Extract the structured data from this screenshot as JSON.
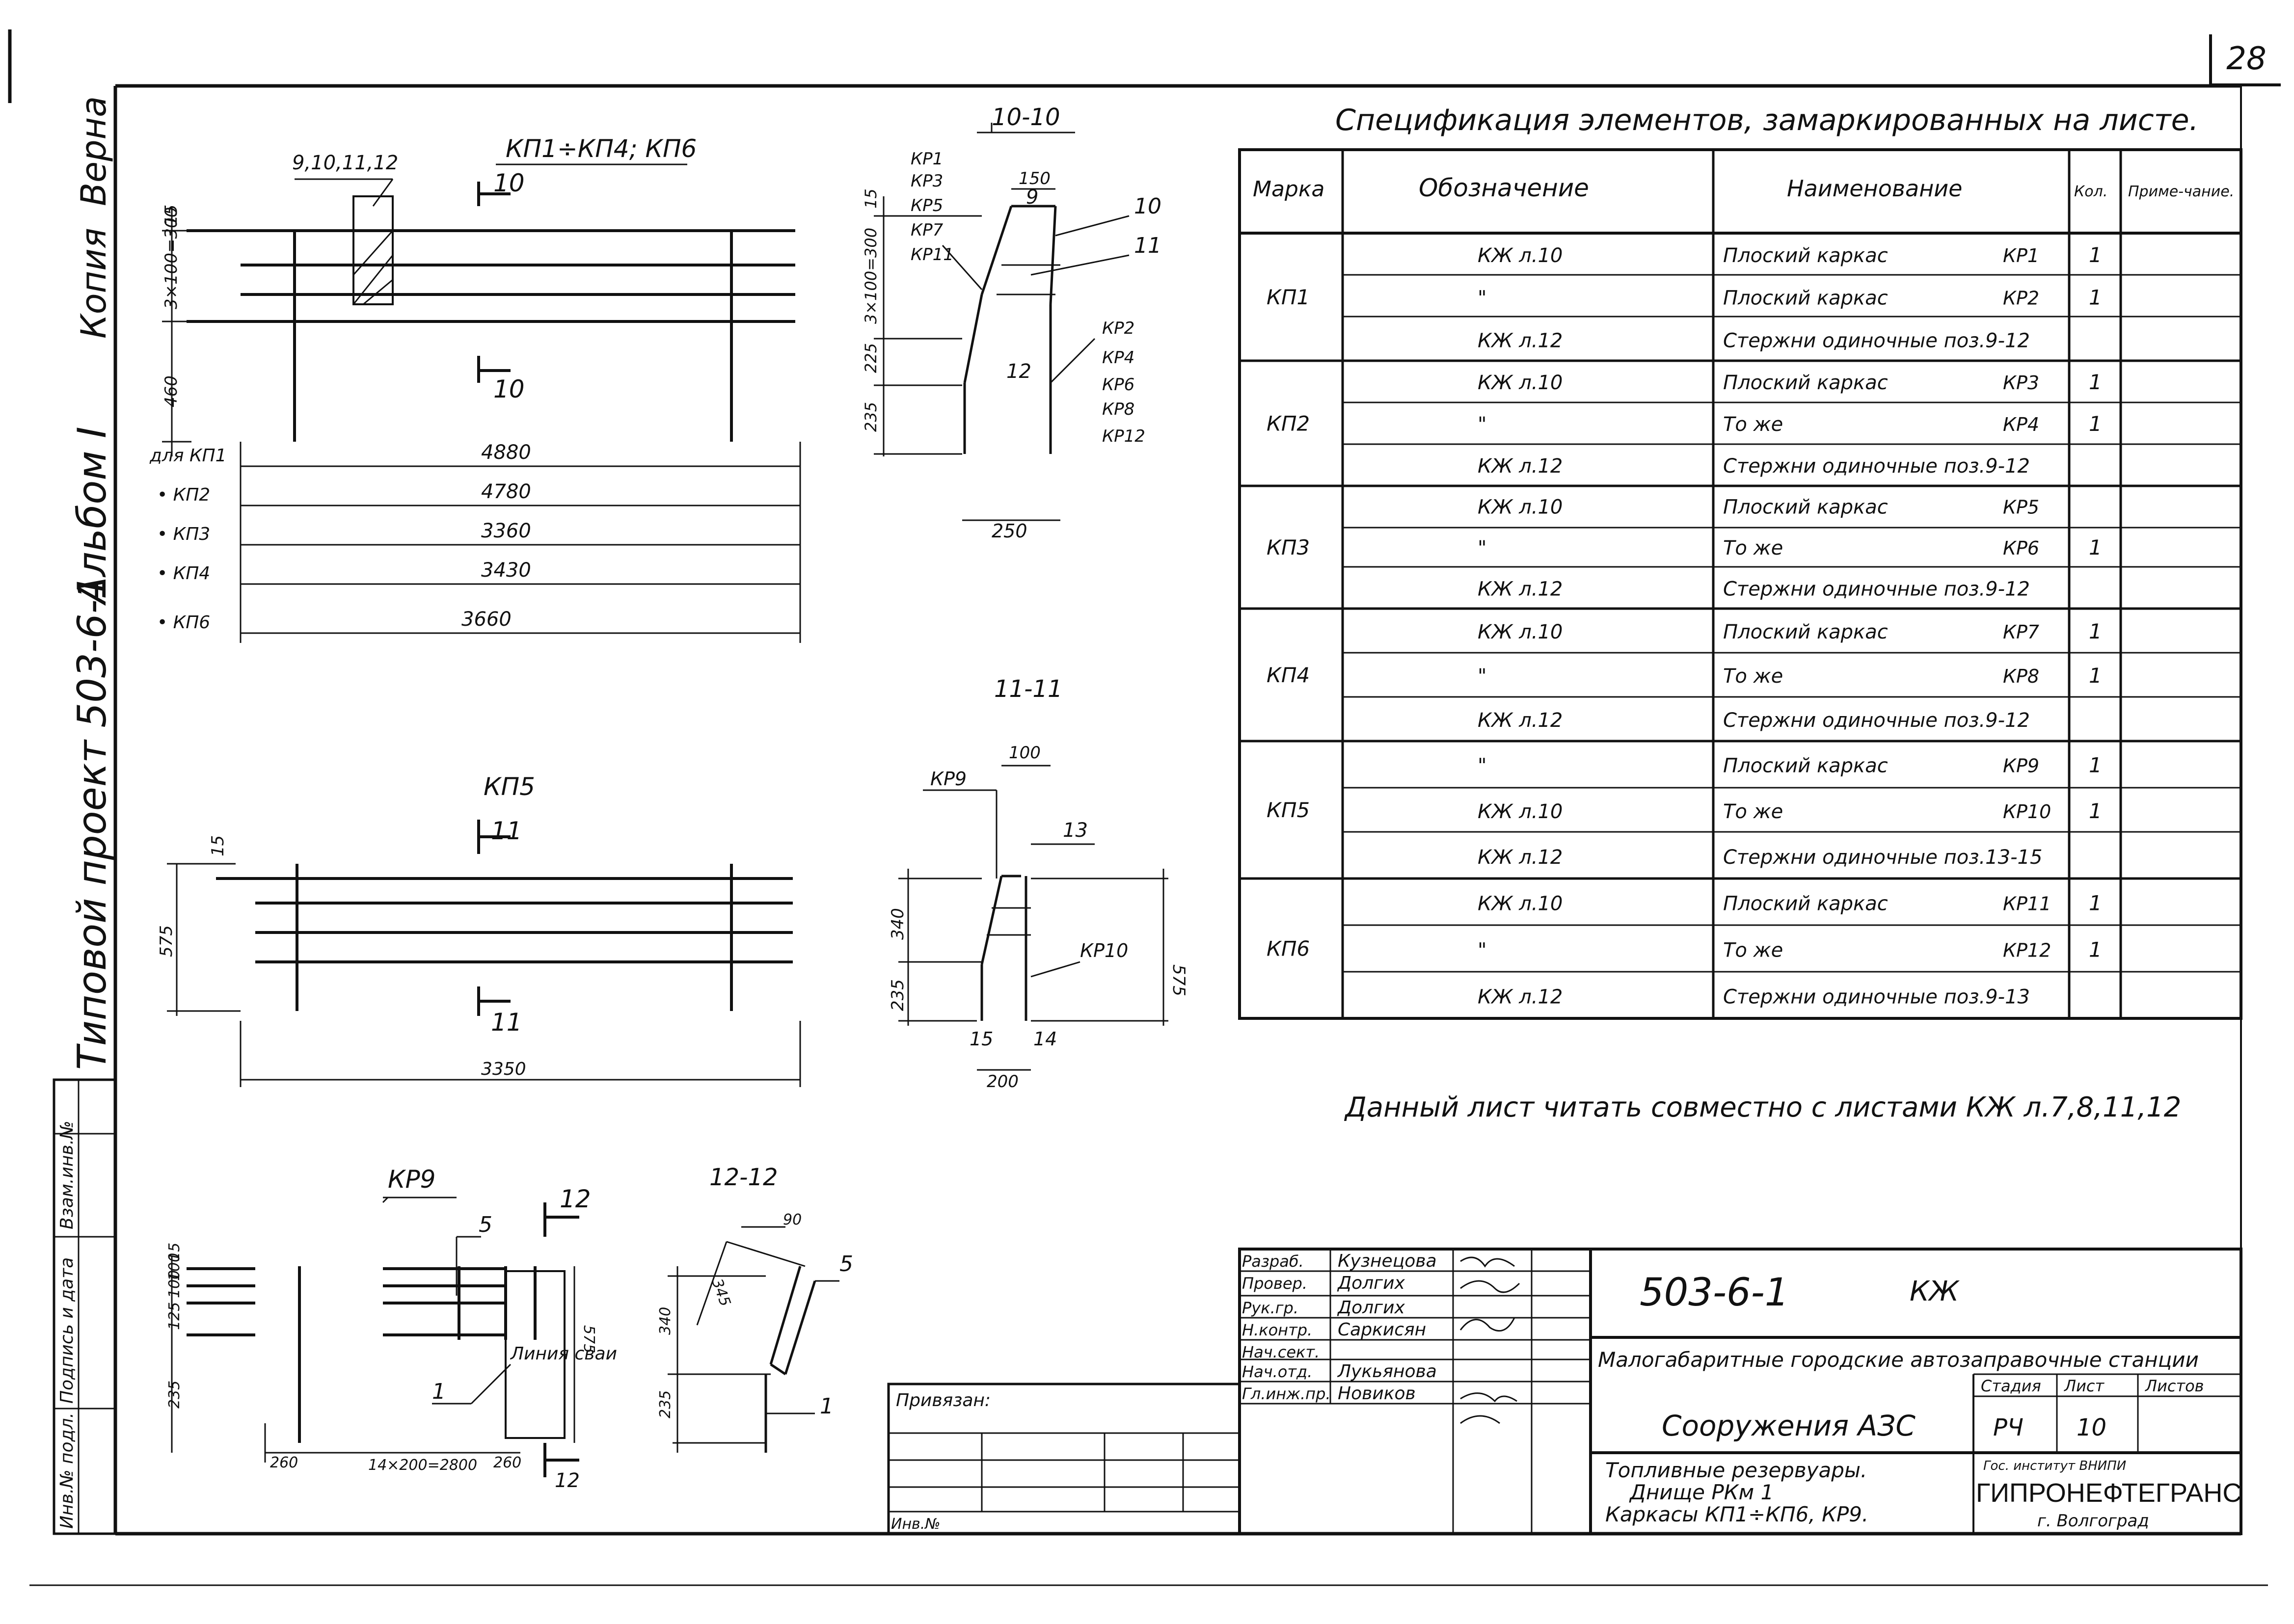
{
  "page": {
    "sheet_number": "28"
  },
  "side_stamp": {
    "copy": "Копия",
    "verified": "Верна",
    "project": "Типовой проект 503-6-1",
    "album": "Альбом I",
    "strip_labels": [
      "Инв.№ подл.",
      "Подпись и дата",
      "Взам.инв.№"
    ]
  },
  "kp1_kp6": {
    "title": "КП1÷КП4; КП6",
    "positions": "9,10,11,12",
    "section": "10",
    "dims": [
      "15",
      "3×100=300",
      "460"
    ],
    "rows": [
      {
        "label": "для КП1",
        "value": "4880"
      },
      {
        "label": "• КП2",
        "value": "4780"
      },
      {
        "label": "• КП3",
        "value": "3360"
      },
      {
        "label": "• КП4",
        "value": "3430"
      },
      {
        "label": "• КП6",
        "value": "3660"
      }
    ]
  },
  "section_10": {
    "title": "10-10",
    "labels": [
      "КР1",
      "КР3",
      "КР5",
      "КР7",
      "КР11"
    ],
    "right_labels": [
      "КР2",
      "КР4",
      "КР6",
      "КР8",
      "КР12"
    ],
    "dims": [
      "150",
      "9",
      "10",
      "11",
      "12",
      "15",
      "3×100=300",
      "225",
      "235",
      "250"
    ]
  },
  "kp5": {
    "title": "КП5",
    "section": "11",
    "dims": [
      "15",
      "575",
      "3350"
    ]
  },
  "section_11": {
    "title": "11-11",
    "labels": [
      "КР9",
      "КР10",
      "100",
      "13",
      "340",
      "235",
      "575",
      "15",
      "14",
      "200"
    ]
  },
  "kp9": {
    "title": "КР9",
    "section": "12",
    "dims": [
      "15",
      "100",
      "100",
      "125",
      "235",
      "575",
      "260",
      "14×200=2800",
      "260",
      "12"
    ],
    "note": "Линия сваи",
    "pos": [
      "5",
      "1"
    ]
  },
  "section_12": {
    "title": "12-12",
    "dims": [
      "90",
      "345",
      "340",
      "235"
    ],
    "pos": [
      "5",
      "1"
    ]
  },
  "spec": {
    "title": "Спецификация элементов, замаркированных на листе.",
    "headers": [
      "Марка",
      "Обозначение",
      "Наименование",
      "Кол.",
      "Приме-чание."
    ],
    "groups": [
      {
        "mark": "КП1",
        "rows": [
          [
            "КЖ л.10",
            "Плоский каркас",
            "КР1",
            "1"
          ],
          [
            "\"",
            "Плоский каркас",
            "КР2",
            "1"
          ],
          [
            "КЖ л.12",
            "Стержни одиночные поз.9-12",
            "",
            ""
          ]
        ]
      },
      {
        "mark": "КП2",
        "rows": [
          [
            "КЖ л.10",
            "Плоский каркас",
            "КР3",
            "1"
          ],
          [
            "\"",
            "То же",
            "КР4",
            "1"
          ],
          [
            "КЖ л.12",
            "Стержни одиночные поз.9-12",
            "",
            ""
          ]
        ]
      },
      {
        "mark": "КП3",
        "rows": [
          [
            "КЖ л.10",
            "Плоский каркас",
            "КР5",
            ""
          ],
          [
            "\"",
            "То же",
            "КР6",
            "1"
          ],
          [
            "КЖ л.12",
            "Стержни одиночные поз.9-12",
            "",
            ""
          ]
        ]
      },
      {
        "mark": "КП4",
        "rows": [
          [
            "КЖ л.10",
            "Плоский каркас",
            "КР7",
            "1"
          ],
          [
            "\"",
            "То же",
            "КР8",
            "1"
          ],
          [
            "КЖ л.12",
            "Стержни одиночные поз.9-12",
            "",
            ""
          ]
        ]
      },
      {
        "mark": "КП5",
        "rows": [
          [
            "\"",
            "Плоский каркас",
            "КР9",
            "1"
          ],
          [
            "КЖ л.10",
            "То же",
            "КР10",
            "1"
          ],
          [
            "КЖ л.12",
            "Стержни одиночные поз.13-15",
            "",
            ""
          ]
        ]
      },
      {
        "mark": "КП6",
        "rows": [
          [
            "КЖ л.10",
            "Плоский каркас",
            "КР11",
            "1"
          ],
          [
            "\"",
            "То же",
            "КР12",
            "1"
          ],
          [
            "КЖ л.12",
            "Стержни одиночные поз.9-13",
            "",
            ""
          ]
        ]
      }
    ]
  },
  "note": "Данный лист читать совместно с листами КЖ л.7,8,11,12",
  "title_block": {
    "roles": [
      [
        "Разраб.",
        "Кузнецова"
      ],
      [
        "Провер.",
        "Долгих"
      ],
      [
        "Рук.гр.",
        "Долгих"
      ],
      [
        "Н.контр.",
        "Саркисян"
      ],
      [
        "Нач.сект.",
        ""
      ],
      [
        "Нач.отд.",
        "Лукьянова"
      ],
      [
        "Гл.инж.пр.",
        "Новиков"
      ]
    ],
    "code": "503-6-1",
    "mark": "КЖ",
    "object": "Малогабаритные городские автозаправочные станции",
    "building": "Сооружения АЗС",
    "stage_h": "Стадия",
    "sheet_h": "Лист",
    "sheets_h": "Листов",
    "stage": "РЧ",
    "sheet": "10",
    "desc": [
      "Топливные резервуары.",
      "Днище РКм 1",
      "Каркасы КП1÷КП6, КР9."
    ],
    "org": "ГИПРОНЕФТЕГРАНС",
    "city": "г. Волгоград",
    "org_top": "Гос. институт ВНИПИ",
    "bound": "Привязан:",
    "inv": "Инв.№"
  }
}
